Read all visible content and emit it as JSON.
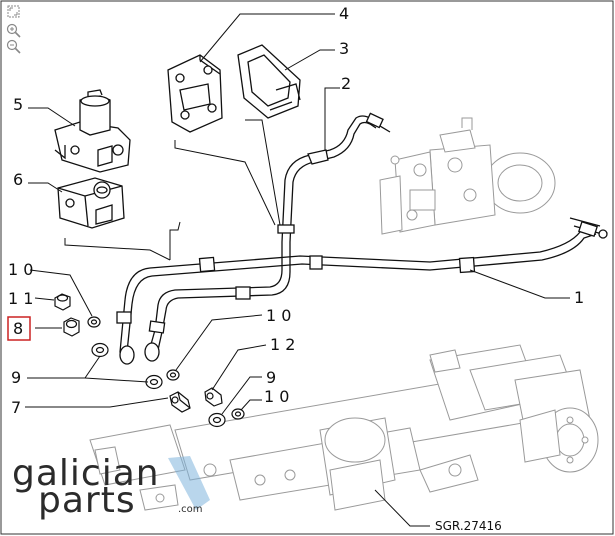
{
  "toolbar": {
    "tools": [
      {
        "name": "fit-icon"
      },
      {
        "name": "zoom-in-icon"
      },
      {
        "name": "zoom-out-icon"
      }
    ]
  },
  "callouts": [
    {
      "id": "1",
      "label": "1"
    },
    {
      "id": "2",
      "label": "2"
    },
    {
      "id": "3",
      "label": "3"
    },
    {
      "id": "4",
      "label": "4"
    },
    {
      "id": "5",
      "label": "5"
    },
    {
      "id": "6",
      "label": "6"
    },
    {
      "id": "7",
      "label": "7"
    },
    {
      "id": "8",
      "label": "8",
      "highlighted": true
    },
    {
      "id": "9a",
      "label": "9"
    },
    {
      "id": "9b",
      "label": "9"
    },
    {
      "id": "10a",
      "label": "1 0"
    },
    {
      "id": "10b",
      "label": "1 0"
    },
    {
      "id": "10c",
      "label": "1 0"
    },
    {
      "id": "11",
      "label": "1 1"
    },
    {
      "id": "12",
      "label": "1 2"
    }
  ],
  "drawing_code": "SGR.27416",
  "watermark": {
    "line1": "galician",
    "line2": "parts",
    "suffix": ".com"
  },
  "colors": {
    "highlight": "#cc2222",
    "watermark": "#2b2b2b",
    "watermark_accent": "#7fb4dd",
    "line": "#111111",
    "ghost": "#9a9a9a"
  }
}
